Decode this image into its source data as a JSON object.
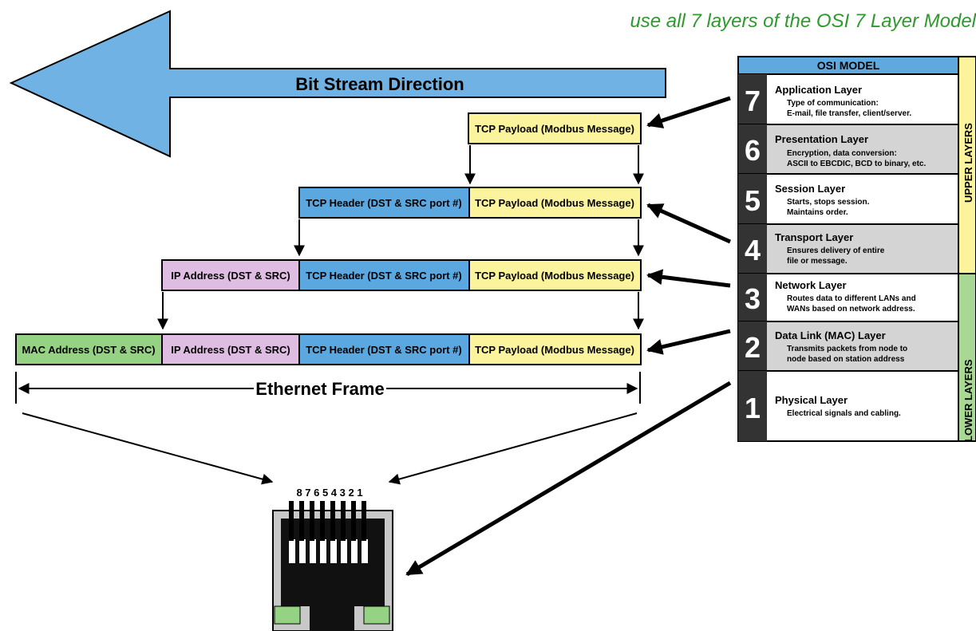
{
  "note": "use all 7 layers of the OSI 7 Layer Model",
  "bit_stream_label": "Bit Stream Direction",
  "ethernet_frame_label": "Ethernet Frame",
  "frames": {
    "tcp_payload": "TCP Payload (Modbus Message)",
    "tcp_header": "TCP Header (DST & SRC port #)",
    "ip_address": "IP Address (DST & SRC)",
    "mac_address": "MAC Address (DST & SRC)"
  },
  "colors": {
    "arrow_blue": "#6fb2e3",
    "payload_yellow": "#fbf49c",
    "header_blue": "#5aa8df",
    "ip_pink": "#dfbde3",
    "mac_green": "#96d283",
    "osi_header_blue": "#5fa9de",
    "layer_gray": "#d4d4d4",
    "upper_yellow": "#fbf49c",
    "lower_green": "#a8d894",
    "note_green": "#2e9a2e"
  },
  "osi": {
    "title": "OSI MODEL",
    "upper_label": "UPPER LAYERS",
    "lower_label": "LOWER LAYERS",
    "layers": [
      {
        "num": "7",
        "name": "Application Layer",
        "desc": [
          "Type of communication:",
          "E-mail, file transfer, client/server."
        ]
      },
      {
        "num": "6",
        "name": "Presentation Layer",
        "desc": [
          "Encryption, data conversion:",
          "ASCII to EBCDIC, BCD to binary, etc."
        ]
      },
      {
        "num": "5",
        "name": "Session Layer",
        "desc": [
          "Starts, stops session.",
          "Maintains order."
        ]
      },
      {
        "num": "4",
        "name": "Transport Layer",
        "desc": [
          "Ensures delivery of entire",
          "file or message."
        ]
      },
      {
        "num": "3",
        "name": "Network Layer",
        "desc": [
          "Routes data to different LANs and",
          "WANs based on network address."
        ]
      },
      {
        "num": "2",
        "name": "Data Link (MAC) Layer",
        "desc": [
          "Transmits packets from node to",
          "node based on station address"
        ]
      },
      {
        "num": "1",
        "name": "Physical Layer",
        "desc": [
          "Electrical signals and cabling."
        ]
      }
    ]
  },
  "connector": {
    "pin_numbers": "8 7 6 5 4 3 2 1"
  }
}
